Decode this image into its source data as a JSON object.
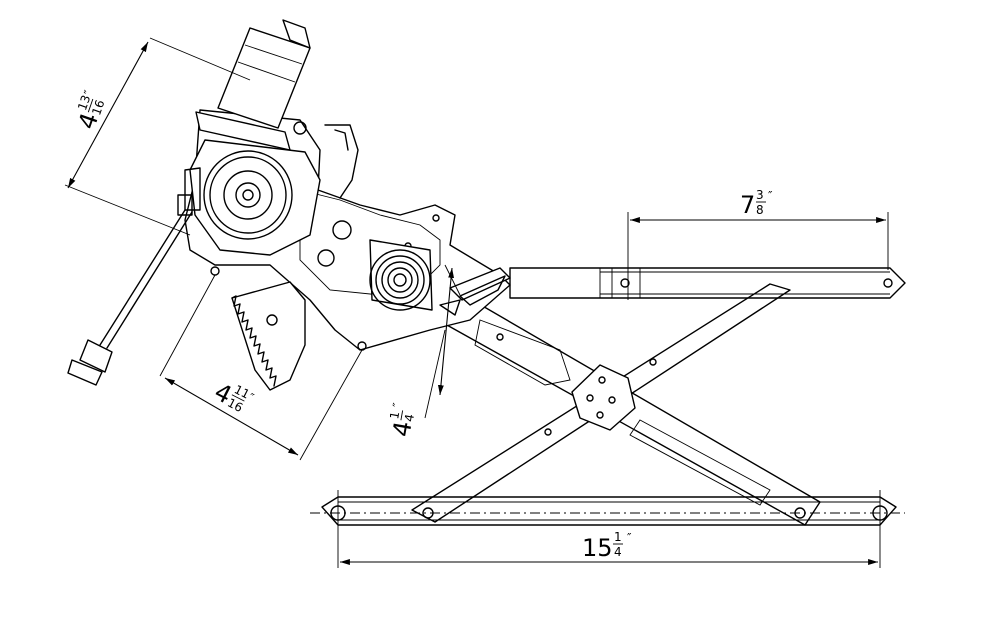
{
  "dimensions": {
    "top_extension": {
      "whole": "7",
      "num": "3",
      "den": "8",
      "unit": "″"
    },
    "base_length": {
      "whole": "15",
      "num": "1",
      "den": "4",
      "unit": "″"
    },
    "motor_height": {
      "whole": "4",
      "num": "13",
      "den": "16",
      "unit": "″"
    },
    "bracket_width": {
      "whole": "4",
      "num": "11",
      "den": "16",
      "unit": "″"
    },
    "bracket_offset": {
      "whole": "4",
      "num": "1",
      "den": "4",
      "unit": "″"
    }
  },
  "colors": {
    "line": "#000000",
    "background": "#ffffff"
  }
}
